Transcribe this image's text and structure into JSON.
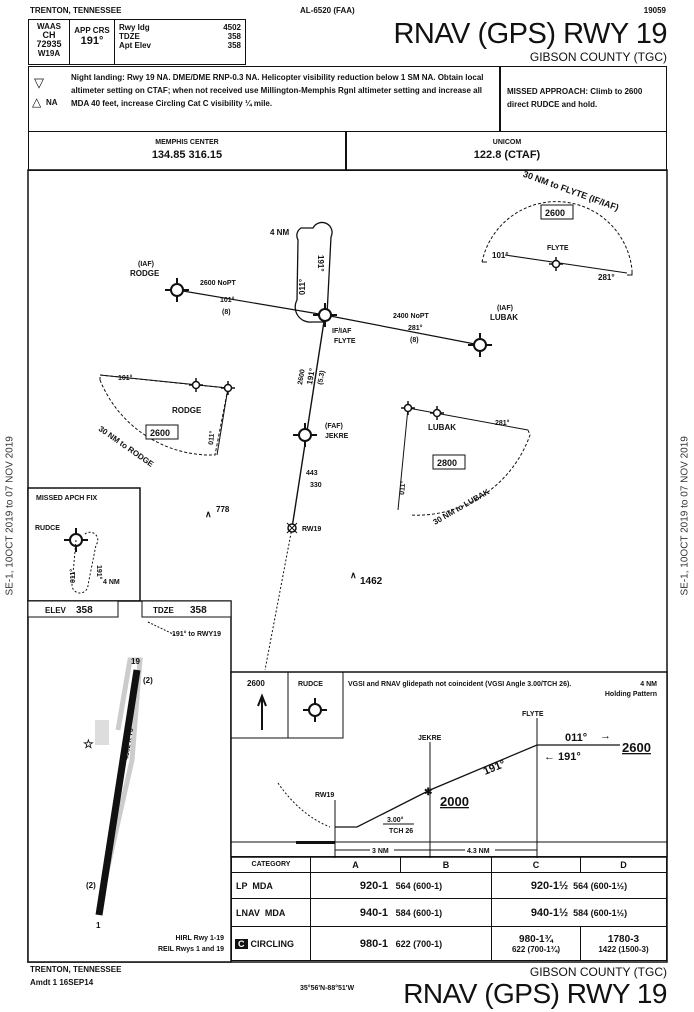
{
  "header": {
    "city": "TRENTON, TENNESSEE",
    "procedure_id": "AL-6520 (FAA)",
    "cycle": "19059",
    "title": "RNAV (GPS) RWY 19",
    "airport": "GIBSON COUNTY (TGC)",
    "waas_label": "WAAS",
    "waas_ch": "CH 72935",
    "waas_id": "W19A",
    "app_crs_label": "APP CRS",
    "app_crs": "191°",
    "rwy_ldg_label": "Rwy Idg",
    "rwy_ldg": "4502",
    "tdze_label": "TDZE",
    "tdze": "358",
    "apt_elev_label": "Apt Elev",
    "apt_elev": "358"
  },
  "notes": {
    "text": "Night landing: Rwy 19 NA. DME/DME RNP-0.3 NA. Helicopter visibility reduction below 1 SM NA. Obtain local altimeter setting on CTAF; when not received use Millington-Memphis Rgnl altimeter setting and increase all MDA 40 feet, increase Circling Cat C visibility ¼ mile.",
    "na_label": "NA",
    "missed_approach": "MISSED APPROACH: Climb to 2600 direct RUDCE and hold."
  },
  "comms": {
    "center_label": "MEMPHIS CENTER",
    "center_freq": "134.85 316.15",
    "unicom_label": "UNICOM",
    "unicom_freq": "122.8 (CTAF)"
  },
  "plan": {
    "rodge_type": "(IAF)",
    "rodge": "RODGE",
    "lubak_type": "(IAF)",
    "lubak": "LUBAK",
    "flyte_type": "IF/IAF",
    "flyte": "FLYTE",
    "jekre_type": "(FAF)",
    "jekre": "JEKRE",
    "rw19": "RW19",
    "hold_dist": "4 NM",
    "hold_out": "011°",
    "hold_in": "191°",
    "rodge_alt": "2600 NoPT",
    "rodge_crs": "101°",
    "rodge_dist": "(8)",
    "lubak_alt": "2400 NoPT",
    "lubak_crs": "281°",
    "lubak_dist": "(8)",
    "final_alt": "2600",
    "final_crs": "191°",
    "final_dist": "(5.3)",
    "fa_a": "443",
    "fa_b": "330",
    "obst1": "778",
    "obst2": "1462",
    "taa_top_arc": "30 NM to FLYTE (IF/IAF)",
    "taa_top_alt": "2600",
    "taa_top_fix": "FLYTE",
    "taa_top_l": "101°",
    "taa_top_r": "281°",
    "taa_left_arc": "30 NM to RODGE",
    "taa_left_alt": "2600",
    "taa_left_fix": "RODGE",
    "taa_left_crs": "101°",
    "taa_left_side": "011°",
    "taa_right_arc": "30 NM to LUBAK",
    "taa_right_alt": "2800",
    "taa_right_fix": "LUBAK",
    "taa_right_crs": "281°",
    "taa_right_side": "011°",
    "missed_title": "MISSED APCH FIX",
    "missed_fix": "RUDCE",
    "missed_out": "011°",
    "missed_in": "191°",
    "missed_dist": "4 NM"
  },
  "airport": {
    "elev_label": "ELEV",
    "elev": "358",
    "tdze_label": "TDZE",
    "tdze": "358",
    "rwy_note": "191° to RWY19",
    "rwy_dims": "4502 X 75",
    "rwy_end_n": "19",
    "rwy_end_s": "1",
    "vgsi": "(2)",
    "lighting1": "HIRL Rwy 1-19",
    "lighting2": "REIL Rwys 1 and 19"
  },
  "profile": {
    "box_alt": "2600",
    "box_fix": "RUDCE",
    "note": "VGSI and RNAV glidepath not coincident (VGSI Angle 3.00/TCH 26).",
    "hold_note1": "4 NM",
    "hold_note2": "Holding Pattern",
    "flyte": "FLYTE",
    "jekre": "JEKRE",
    "rw19": "RW19",
    "out_crs": "011°",
    "in_crs": "191°",
    "hold_alt": "2600",
    "final_crs": "191°",
    "faf_alt": "2000",
    "gp_angle": "3.00°",
    "tch": "TCH 26",
    "dist1": "3 NM",
    "dist2": "4.3 NM"
  },
  "minima": {
    "headers": [
      "CATEGORY",
      "A",
      "B",
      "C",
      "D"
    ],
    "rows": [
      {
        "label": "LP  MDA",
        "ab": "920-1",
        "ab_haa": "564 (600-1)",
        "cd": "920-1½",
        "cd_haa": "564 (600-1½)"
      },
      {
        "label": "LNAV  MDA",
        "ab": "940-1",
        "ab_haa": "584 (600-1)",
        "cd": "940-1½",
        "cd_haa": "584 (600-1½)"
      },
      {
        "label": "CIRCLING",
        "icon": "C",
        "ab": "980-1",
        "ab_haa": "622 (700-1)",
        "c": "980-1¾",
        "c_haa": "622 (700-1¾)",
        "d": "1780-3",
        "d_haa": "1422 (1500-3)"
      }
    ]
  },
  "footer": {
    "city": "TRENTON, TENNESSEE",
    "amdt": "Amdt 1  16SEP14",
    "coords": "35°56'N-88°51'W",
    "airport": "GIBSON COUNTY (TGC)",
    "title": "RNAV (GPS) RWY 19"
  },
  "margin": {
    "effective": "SE-1, 10OCT 2019 to 07 NOV 2019"
  }
}
